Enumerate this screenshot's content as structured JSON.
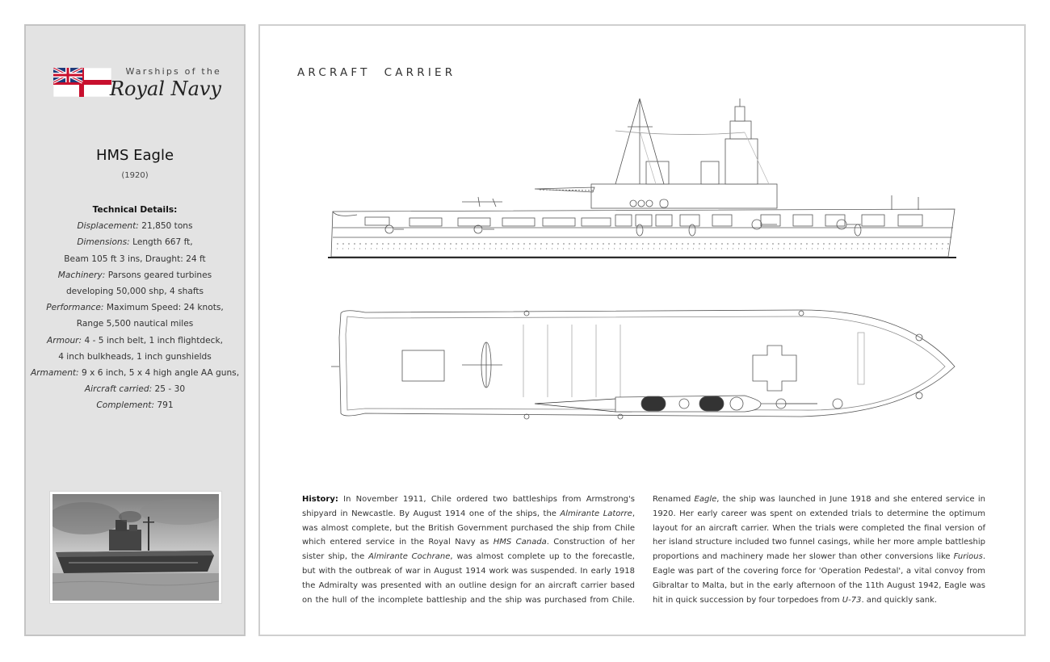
{
  "header": {
    "series": "Warships of the",
    "navy": "Royal Navy",
    "flag_icon": "white-ensign-flag-icon"
  },
  "ship": {
    "name": "HMS Eagle",
    "year": "(1920)"
  },
  "technical": {
    "heading": "Technical Details:",
    "lines": [
      {
        "k": "Displacement:",
        "v": " 21,850 tons"
      },
      {
        "k": "Dimensions:",
        "v": " Length 667 ft,"
      },
      {
        "k": "",
        "v": "Beam 105 ft 3 ins, Draught: 24 ft"
      },
      {
        "k": "Machinery:",
        "v": " Parsons geared turbines"
      },
      {
        "k": "",
        "v": "developing  50,000 shp, 4 shafts"
      },
      {
        "k": "Performance:",
        "v": " Maximum Speed: 24 knots,"
      },
      {
        "k": "",
        "v": "Range 5,500 nautical miles"
      },
      {
        "k": "Armour:",
        "v": " 4 - 5 inch belt, 1 inch flightdeck,"
      },
      {
        "k": "",
        "v": "4 inch bulkheads, 1 inch gunshields"
      },
      {
        "k": "Armament:",
        "v": " 9 x 6 inch, 5 x 4 high angle AA guns,"
      },
      {
        "k": "Aircraft carried:",
        "v": " 25 - 30"
      },
      {
        "k": "Complement:",
        "v": " 791"
      }
    ]
  },
  "category": "ARCRAFT  CARRIER",
  "history": {
    "label": "History:",
    "p1": " In November 1911, Chile ordered two battleships from Armstrong's shipyard in Newcastle. By August 1914 one of the ships, the ",
    "ship1": "Almirante Latorre",
    "p2": ", was almost complete, but the British Government purchased the ship from Chile which entered service in the Royal Navy as ",
    "ship2": "HMS Canada",
    "p3": ". Construction of her sister ship, the ",
    "ship3": "Almirante Cochrane",
    "p4": ", was almost complete up to the forecastle, but with the outbreak of war in August 1914 work was suspended. In early 1918 the Admiralty was presented with an outline design for an aircraft carrier based on the hull of the incomplete battleship and the ship was purchased from Chile. Renamed ",
    "ship4": "Eagle",
    "p5": ", the ship was launched in June 1918 and she entered service in 1920. Her early career was spent on extended trials to determine the optimum layout for an aircraft carrier. When the trials were completed the final version of her island structure included two funnel casings, while her more ample battleship proportions and machinery made her slower than other conversions like ",
    "ship5": "Furious",
    "p6": ". Eagle was part of the covering force for 'Operation Pedestal', a vital convoy from Gibraltar to Malta, but in the early afternoon of the 11th August 1942, Eagle was hit in quick succession by four torpedoes from ",
    "ship6": "U-73",
    "p7": ". and quickly sank."
  }
}
